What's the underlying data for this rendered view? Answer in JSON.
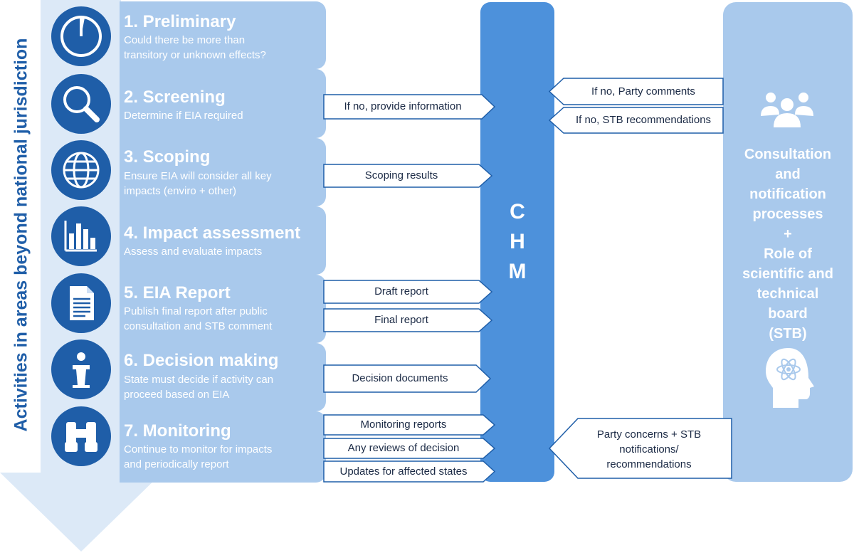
{
  "side_label": "Activities in areas beyond national jurisdiction",
  "steps": [
    {
      "title": "1.   Preliminary",
      "desc": [
        "Could there be more than",
        "transitory or unknown effects?"
      ],
      "icon": "stopwatch-icon"
    },
    {
      "title": "2. Screening",
      "desc": [
        "Determine if EIA required"
      ],
      "icon": "magnifier-icon"
    },
    {
      "title": "3. Scoping",
      "desc": [
        "Ensure EIA will consider all key",
        "impacts (enviro + other)"
      ],
      "icon": "globe-icon"
    },
    {
      "title": "4. Impact assessment",
      "desc": [
        "Assess and evaluate impacts"
      ],
      "icon": "bar-chart-icon"
    },
    {
      "title": "5. EIA Report",
      "desc": [
        "Publish final report after public",
        "consultation and STB comment"
      ],
      "icon": "document-icon"
    },
    {
      "title": "6. Decision making",
      "desc": [
        "State must decide if activity can",
        "proceed based on EIA"
      ],
      "icon": "podium-icon"
    },
    {
      "title": "7. Monitoring",
      "desc": [
        "Continue to monitor for impacts",
        "and periodically report"
      ],
      "icon": "binoculars-icon"
    }
  ],
  "chm": {
    "letters": [
      "C",
      "H",
      "M"
    ]
  },
  "right_panel": {
    "lines": [
      "Consultation",
      "and",
      "notification",
      "processes",
      "+",
      "Role of",
      "scientific and",
      "technical",
      "board",
      "(STB)"
    ],
    "top_icon": "people-group-icon",
    "bottom_icon": "head-atom-icon"
  },
  "to_chm_arrows": [
    {
      "label": "If no, provide information"
    },
    {
      "label": "Scoping results"
    },
    {
      "label": "Draft report"
    },
    {
      "label": "Final report"
    },
    {
      "label": "Decision documents"
    },
    {
      "label": "Monitoring reports"
    },
    {
      "label": "Any reviews of decision"
    },
    {
      "label": "Updates for affected states"
    }
  ],
  "from_right_arrows": [
    {
      "label": "If no, Party comments"
    },
    {
      "label": "If no, STB recommendations"
    },
    {
      "label_lines": [
        "Party concerns + STB",
        "notifications/",
        "recommendations"
      ]
    }
  ],
  "colors": {
    "dark_blue": "#1f5ea8",
    "light_blue": "#a9c9ec",
    "chm_blue": "#4d91db",
    "arrow_fill": "#dce9f7",
    "text_dark": "#1b2a45"
  }
}
